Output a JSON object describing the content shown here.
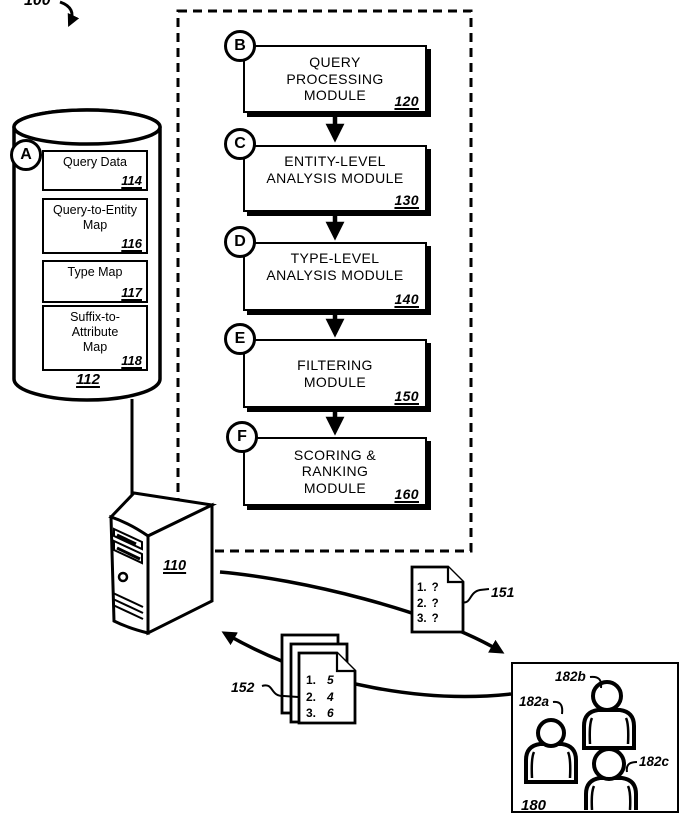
{
  "figure_ref": "100",
  "pipeline": {
    "modules": [
      {
        "letter": "B",
        "lines": [
          "QUERY",
          "PROCESSING",
          "MODULE"
        ],
        "ref": "120"
      },
      {
        "letter": "C",
        "lines": [
          "ENTITY-LEVEL",
          "ANALYSIS MODULE"
        ],
        "ref": "130"
      },
      {
        "letter": "D",
        "lines": [
          "TYPE-LEVEL",
          "ANALYSIS MODULE"
        ],
        "ref": "140"
      },
      {
        "letter": "E",
        "lines": [
          "FILTERING",
          "MODULE"
        ],
        "ref": "150"
      },
      {
        "letter": "F",
        "lines": [
          "SCORING &",
          "RANKING",
          "MODULE"
        ],
        "ref": "160"
      }
    ]
  },
  "database": {
    "letter": "A",
    "ref": "112",
    "items": [
      {
        "lines": [
          "Query Data"
        ],
        "ref": "114"
      },
      {
        "lines": [
          "Query-to-Entity",
          "Map"
        ],
        "ref": "116"
      },
      {
        "lines": [
          "Type Map"
        ],
        "ref": "117"
      },
      {
        "lines": [
          "Suffix-to-",
          "Attribute",
          "Map"
        ],
        "ref": "118"
      }
    ]
  },
  "server": {
    "ref": "110"
  },
  "question_doc": {
    "ref": "151",
    "rows": [
      {
        "n": "1.",
        "v": "?"
      },
      {
        "n": "2.",
        "v": "?"
      },
      {
        "n": "3.",
        "v": "?"
      }
    ]
  },
  "answer_doc": {
    "ref": "152",
    "rows": [
      {
        "n": "1.",
        "v": "5"
      },
      {
        "n": "2.",
        "v": "4"
      },
      {
        "n": "3.",
        "v": "6"
      }
    ]
  },
  "users": {
    "ref": "180",
    "labels": [
      "182a",
      "182b",
      "182c"
    ]
  }
}
